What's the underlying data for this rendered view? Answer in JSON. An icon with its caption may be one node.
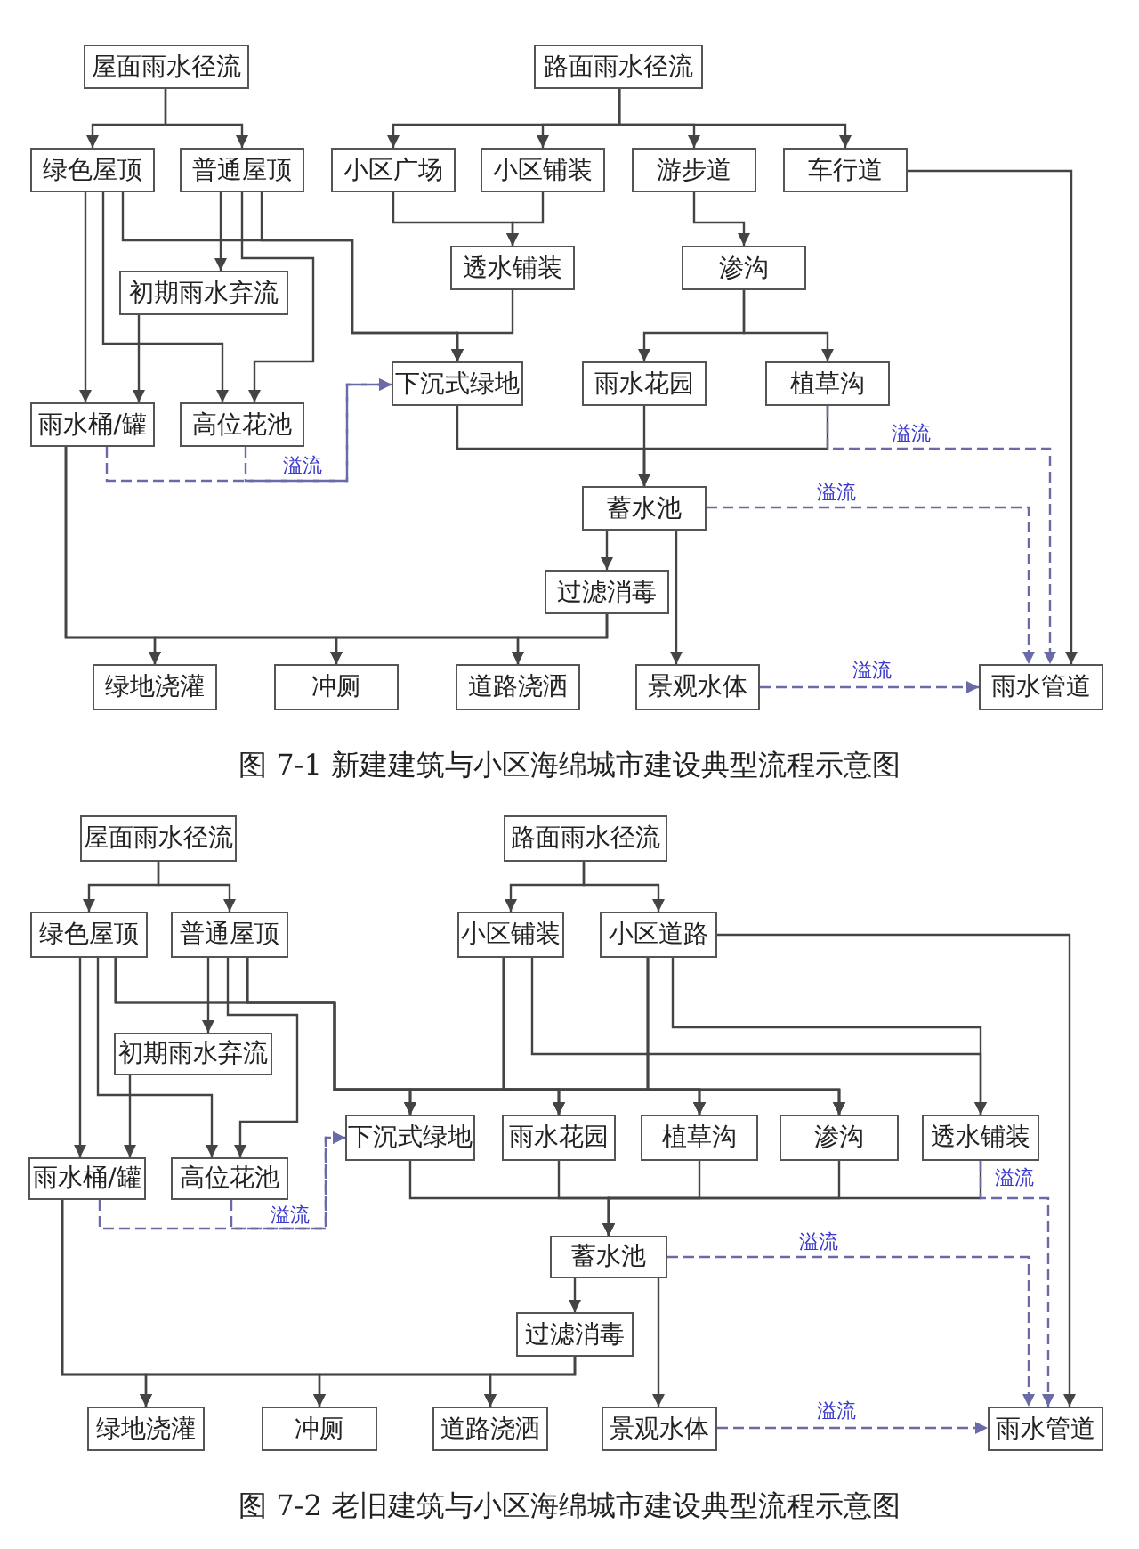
{
  "diagram": {
    "nodes": [
      {
        "text": [
          "屋面雨水径流"
        ]
      },
      {
        "text": [
          "路面雨水径流"
        ]
      },
      {
        "text": [
          "绿色屋顶"
        ]
      },
      {
        "text": [
          "普通屋顶"
        ]
      },
      {
        "text": [
          "小区广场"
        ]
      },
      {
        "text": [
          "小区铺装"
        ]
      },
      {
        "text": [
          "游步道"
        ]
      },
      {
        "text": [
          "车行道"
        ]
      },
      {
        "text": [
          "初期雨水弃流"
        ]
      },
      {
        "text": [
          "透水铺装"
        ]
      },
      {
        "text": [
          "渗沟"
        ]
      },
      {
        "text": [
          "下沉式绿地"
        ]
      },
      {
        "text": [
          "雨水花园"
        ]
      },
      {
        "text": [
          "植草沟"
        ]
      },
      {
        "text": [
          "雨水桶/罐"
        ]
      },
      {
        "text": [
          "高位花池"
        ]
      },
      {
        "text": [
          "蓄水池"
        ]
      },
      {
        "text": [
          "过滤消毒"
        ]
      },
      {
        "text": [
          "绿地浇灌"
        ]
      },
      {
        "text": [
          "冲厕"
        ]
      },
      {
        "text": [
          "道路浇洒"
        ]
      },
      {
        "text": [
          "景观水体"
        ]
      },
      {
        "text": [
          "雨水管道"
        ]
      },
      {
        "text": [
          "屋面雨水径流"
        ]
      },
      {
        "text": [
          "路面雨水径流"
        ]
      },
      {
        "text": [
          "绿色屋顶"
        ]
      },
      {
        "text": [
          "普通屋顶"
        ]
      },
      {
        "text": [
          "小区铺装"
        ]
      },
      {
        "text": [
          "小区道路"
        ]
      },
      {
        "text": [
          "初期雨水弃流"
        ]
      },
      {
        "text": [
          "下沉式绿地"
        ]
      },
      {
        "text": [
          "雨水花园"
        ]
      },
      {
        "text": [
          "植草沟"
        ]
      },
      {
        "text": [
          "渗沟"
        ]
      },
      {
        "text": [
          "透水铺装"
        ]
      },
      {
        "text": [
          "雨水桶/罐"
        ]
      },
      {
        "text": [
          "高位花池"
        ]
      },
      {
        "text": [
          "蓄水池"
        ]
      },
      {
        "text": [
          "过滤消毒"
        ]
      },
      {
        "text": [
          "绿地浇灌"
        ]
      },
      {
        "text": [
          "冲厕"
        ]
      },
      {
        "text": [
          "道路浇洒"
        ]
      },
      {
        "text": [
          "景观水体"
        ]
      },
      {
        "text": [
          "雨水管道"
        ]
      }
    ],
    "edges": [
      {
        "from": 0,
        "to": 2,
        "arrow": "to"
      },
      {
        "from": 0,
        "to": 3,
        "arrow": "to"
      },
      {
        "from": 1,
        "to": 4,
        "arrow": "to"
      },
      {
        "from": 1,
        "to": 5,
        "arrow": "to"
      },
      {
        "from": 1,
        "to": 6,
        "arrow": "to"
      },
      {
        "from": 1,
        "to": 7,
        "arrow": "to"
      },
      {
        "from": 4,
        "to": 9,
        "arrow": "to"
      },
      {
        "from": 5,
        "to": 9,
        "arrow": "to"
      },
      {
        "from": 6,
        "to": 10,
        "arrow": "to"
      },
      {
        "from": 2,
        "to": 11,
        "arrow": "to"
      },
      {
        "from": 3,
        "to": 11,
        "arrow": "to"
      },
      {
        "from": 9,
        "to": 11,
        "arrow": "to"
      },
      {
        "from": 2,
        "to": 14,
        "arrow": "to"
      },
      {
        "from": 2,
        "to": 15,
        "arrow": "to"
      },
      {
        "from": 3,
        "to": 8,
        "arrow": "to"
      },
      {
        "from": 3,
        "to": 15,
        "arrow": "to"
      },
      {
        "from": 8,
        "to": 14,
        "arrow": "to"
      },
      {
        "from": 10,
        "to": 12,
        "arrow": "to"
      },
      {
        "from": 10,
        "to": 13,
        "arrow": "to"
      },
      {
        "from": 14,
        "to": 11,
        "arrow": "to",
        "style": "dashed",
        "color": "#6a6aa8",
        "label": "溢流"
      },
      {
        "from": 15,
        "to": 11,
        "arrow": "to",
        "style": "dashed",
        "color": "#6a6aa8"
      },
      {
        "from": 11,
        "to": 16,
        "arrow": "to"
      },
      {
        "from": 12,
        "to": 16,
        "arrow": "to"
      },
      {
        "from": 13,
        "to": 16,
        "arrow": "to"
      },
      {
        "from": 13,
        "to": 22,
        "arrow": "to",
        "style": "dashed",
        "color": "#6a6aa8",
        "label": "溢流"
      },
      {
        "from": 16,
        "to": 22,
        "arrow": "to",
        "style": "dashed",
        "color": "#6a6aa8",
        "label": "溢流"
      },
      {
        "from": 7,
        "to": 22,
        "arrow": "to"
      },
      {
        "from": 16,
        "to": 17,
        "arrow": "to"
      },
      {
        "from": 16,
        "to": 21,
        "arrow": "to"
      },
      {
        "from": 14,
        "to": 18,
        "arrow": "to"
      },
      {
        "from": 14,
        "to": 19,
        "arrow": "to"
      },
      {
        "from": 14,
        "to": 20,
        "arrow": "to"
      },
      {
        "from": 17,
        "to": 18,
        "arrow": "to"
      },
      {
        "from": 17,
        "to": 19,
        "arrow": "to"
      },
      {
        "from": 17,
        "to": 20,
        "arrow": "to"
      },
      {
        "from": 21,
        "to": 22,
        "arrow": "to",
        "style": "dashed",
        "color": "#6a6aa8",
        "label": "溢流"
      },
      {
        "from": 23,
        "to": 25,
        "arrow": "to"
      },
      {
        "from": 23,
        "to": 26,
        "arrow": "to"
      },
      {
        "from": 24,
        "to": 27,
        "arrow": "to"
      },
      {
        "from": 24,
        "to": 28,
        "arrow": "to"
      },
      {
        "from": 25,
        "to": 35,
        "arrow": "to"
      },
      {
        "from": 25,
        "to": 36,
        "arrow": "to"
      },
      {
        "from": 26,
        "to": 29,
        "arrow": "to"
      },
      {
        "from": 26,
        "to": 36,
        "arrow": "to"
      },
      {
        "from": 29,
        "to": 35,
        "arrow": "to"
      },
      {
        "from": 25,
        "to": 30,
        "arrow": "to"
      },
      {
        "from": 25,
        "to": 31,
        "arrow": "to"
      },
      {
        "from": 25,
        "to": 32,
        "arrow": "to"
      },
      {
        "from": 25,
        "to": 33,
        "arrow": "to"
      },
      {
        "from": 26,
        "to": 30,
        "arrow": "to"
      },
      {
        "from": 26,
        "to": 31,
        "arrow": "to"
      },
      {
        "from": 26,
        "to": 32,
        "arrow": "to"
      },
      {
        "from": 26,
        "to": 33,
        "arrow": "to"
      },
      {
        "from": 27,
        "to": 30,
        "arrow": "to"
      },
      {
        "from": 27,
        "to": 31,
        "arrow": "to"
      },
      {
        "from": 27,
        "to": 32,
        "arrow": "to"
      },
      {
        "from": 27,
        "to": 33,
        "arrow": "to"
      },
      {
        "from": 28,
        "to": 30,
        "arrow": "to"
      },
      {
        "from": 28,
        "to": 31,
        "arrow": "to"
      },
      {
        "from": 28,
        "to": 32,
        "arrow": "to"
      },
      {
        "from": 28,
        "to": 33,
        "arrow": "to"
      },
      {
        "from": 27,
        "to": 34,
        "arrow": "to"
      },
      {
        "from": 28,
        "to": 34,
        "arrow": "to"
      },
      {
        "from": 28,
        "to": 43,
        "arrow": "to"
      },
      {
        "from": 35,
        "to": 30,
        "arrow": "to",
        "style": "dashed",
        "color": "#6a6aa8",
        "label": "溢流"
      },
      {
        "from": 36,
        "to": 30,
        "arrow": "to",
        "style": "dashed",
        "color": "#6a6aa8"
      },
      {
        "from": 30,
        "to": 37,
        "arrow": "to"
      },
      {
        "from": 31,
        "to": 37,
        "arrow": "to"
      },
      {
        "from": 32,
        "to": 37,
        "arrow": "to"
      },
      {
        "from": 33,
        "to": 37,
        "arrow": "to"
      },
      {
        "from": 34,
        "to": 37,
        "arrow": "to"
      },
      {
        "from": 34,
        "to": 43,
        "arrow": "to",
        "style": "dashed",
        "color": "#6a6aa8",
        "label": "溢流"
      },
      {
        "from": 37,
        "to": 43,
        "arrow": "to",
        "style": "dashed",
        "color": "#6a6aa8",
        "label": "溢流"
      },
      {
        "from": 37,
        "to": 38,
        "arrow": "to"
      },
      {
        "from": 37,
        "to": 42,
        "arrow": "to"
      },
      {
        "from": 35,
        "to": 39,
        "arrow": "to"
      },
      {
        "from": 35,
        "to": 40,
        "arrow": "to"
      },
      {
        "from": 35,
        "to": 41,
        "arrow": "to"
      },
      {
        "from": 38,
        "to": 39,
        "arrow": "to"
      },
      {
        "from": 38,
        "to": 40,
        "arrow": "to"
      },
      {
        "from": 38,
        "to": 41,
        "arrow": "to"
      },
      {
        "from": 42,
        "to": 43,
        "arrow": "to",
        "style": "dashed",
        "color": "#6a6aa8",
        "label": "溢流"
      }
    ],
    "labels": [
      "图 7-1 新建建筑与小区海绵城市建设典型流程示意图",
      "图 7-2 老旧建筑与小区海绵城市建设典型流程示意图"
    ]
  }
}
